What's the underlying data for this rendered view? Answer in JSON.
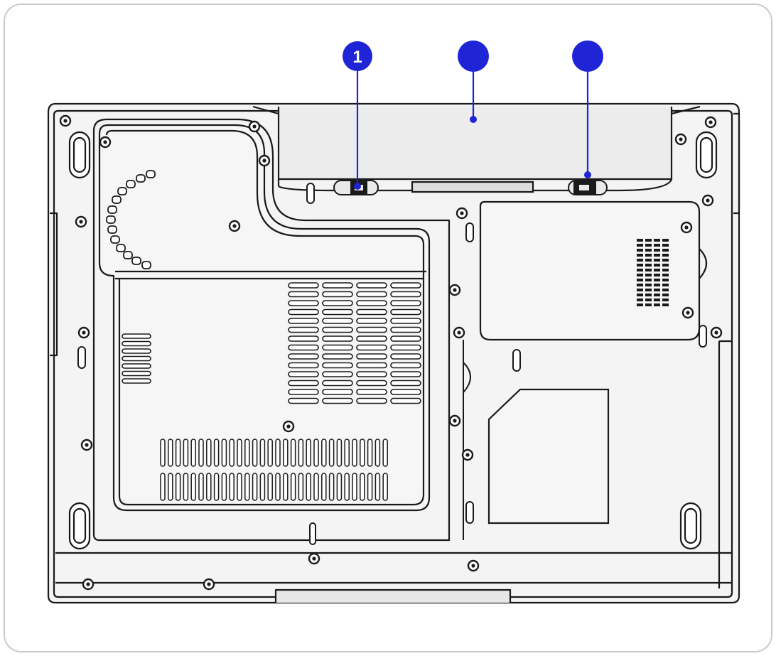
{
  "figure": {
    "subject": "notebook-bottom-view",
    "frame_color": "#c8c8c8",
    "outline_color": "#1a1a1a",
    "body_fill": "#f4f4f4",
    "callout_color": "#1f24d6"
  },
  "callouts": [
    {
      "id": "c1",
      "number": "1",
      "target": "battery-release-lock-left"
    },
    {
      "id": "c2",
      "number": "",
      "target": "battery-pack"
    },
    {
      "id": "c3",
      "number": "",
      "target": "battery-release-lock-right"
    }
  ]
}
